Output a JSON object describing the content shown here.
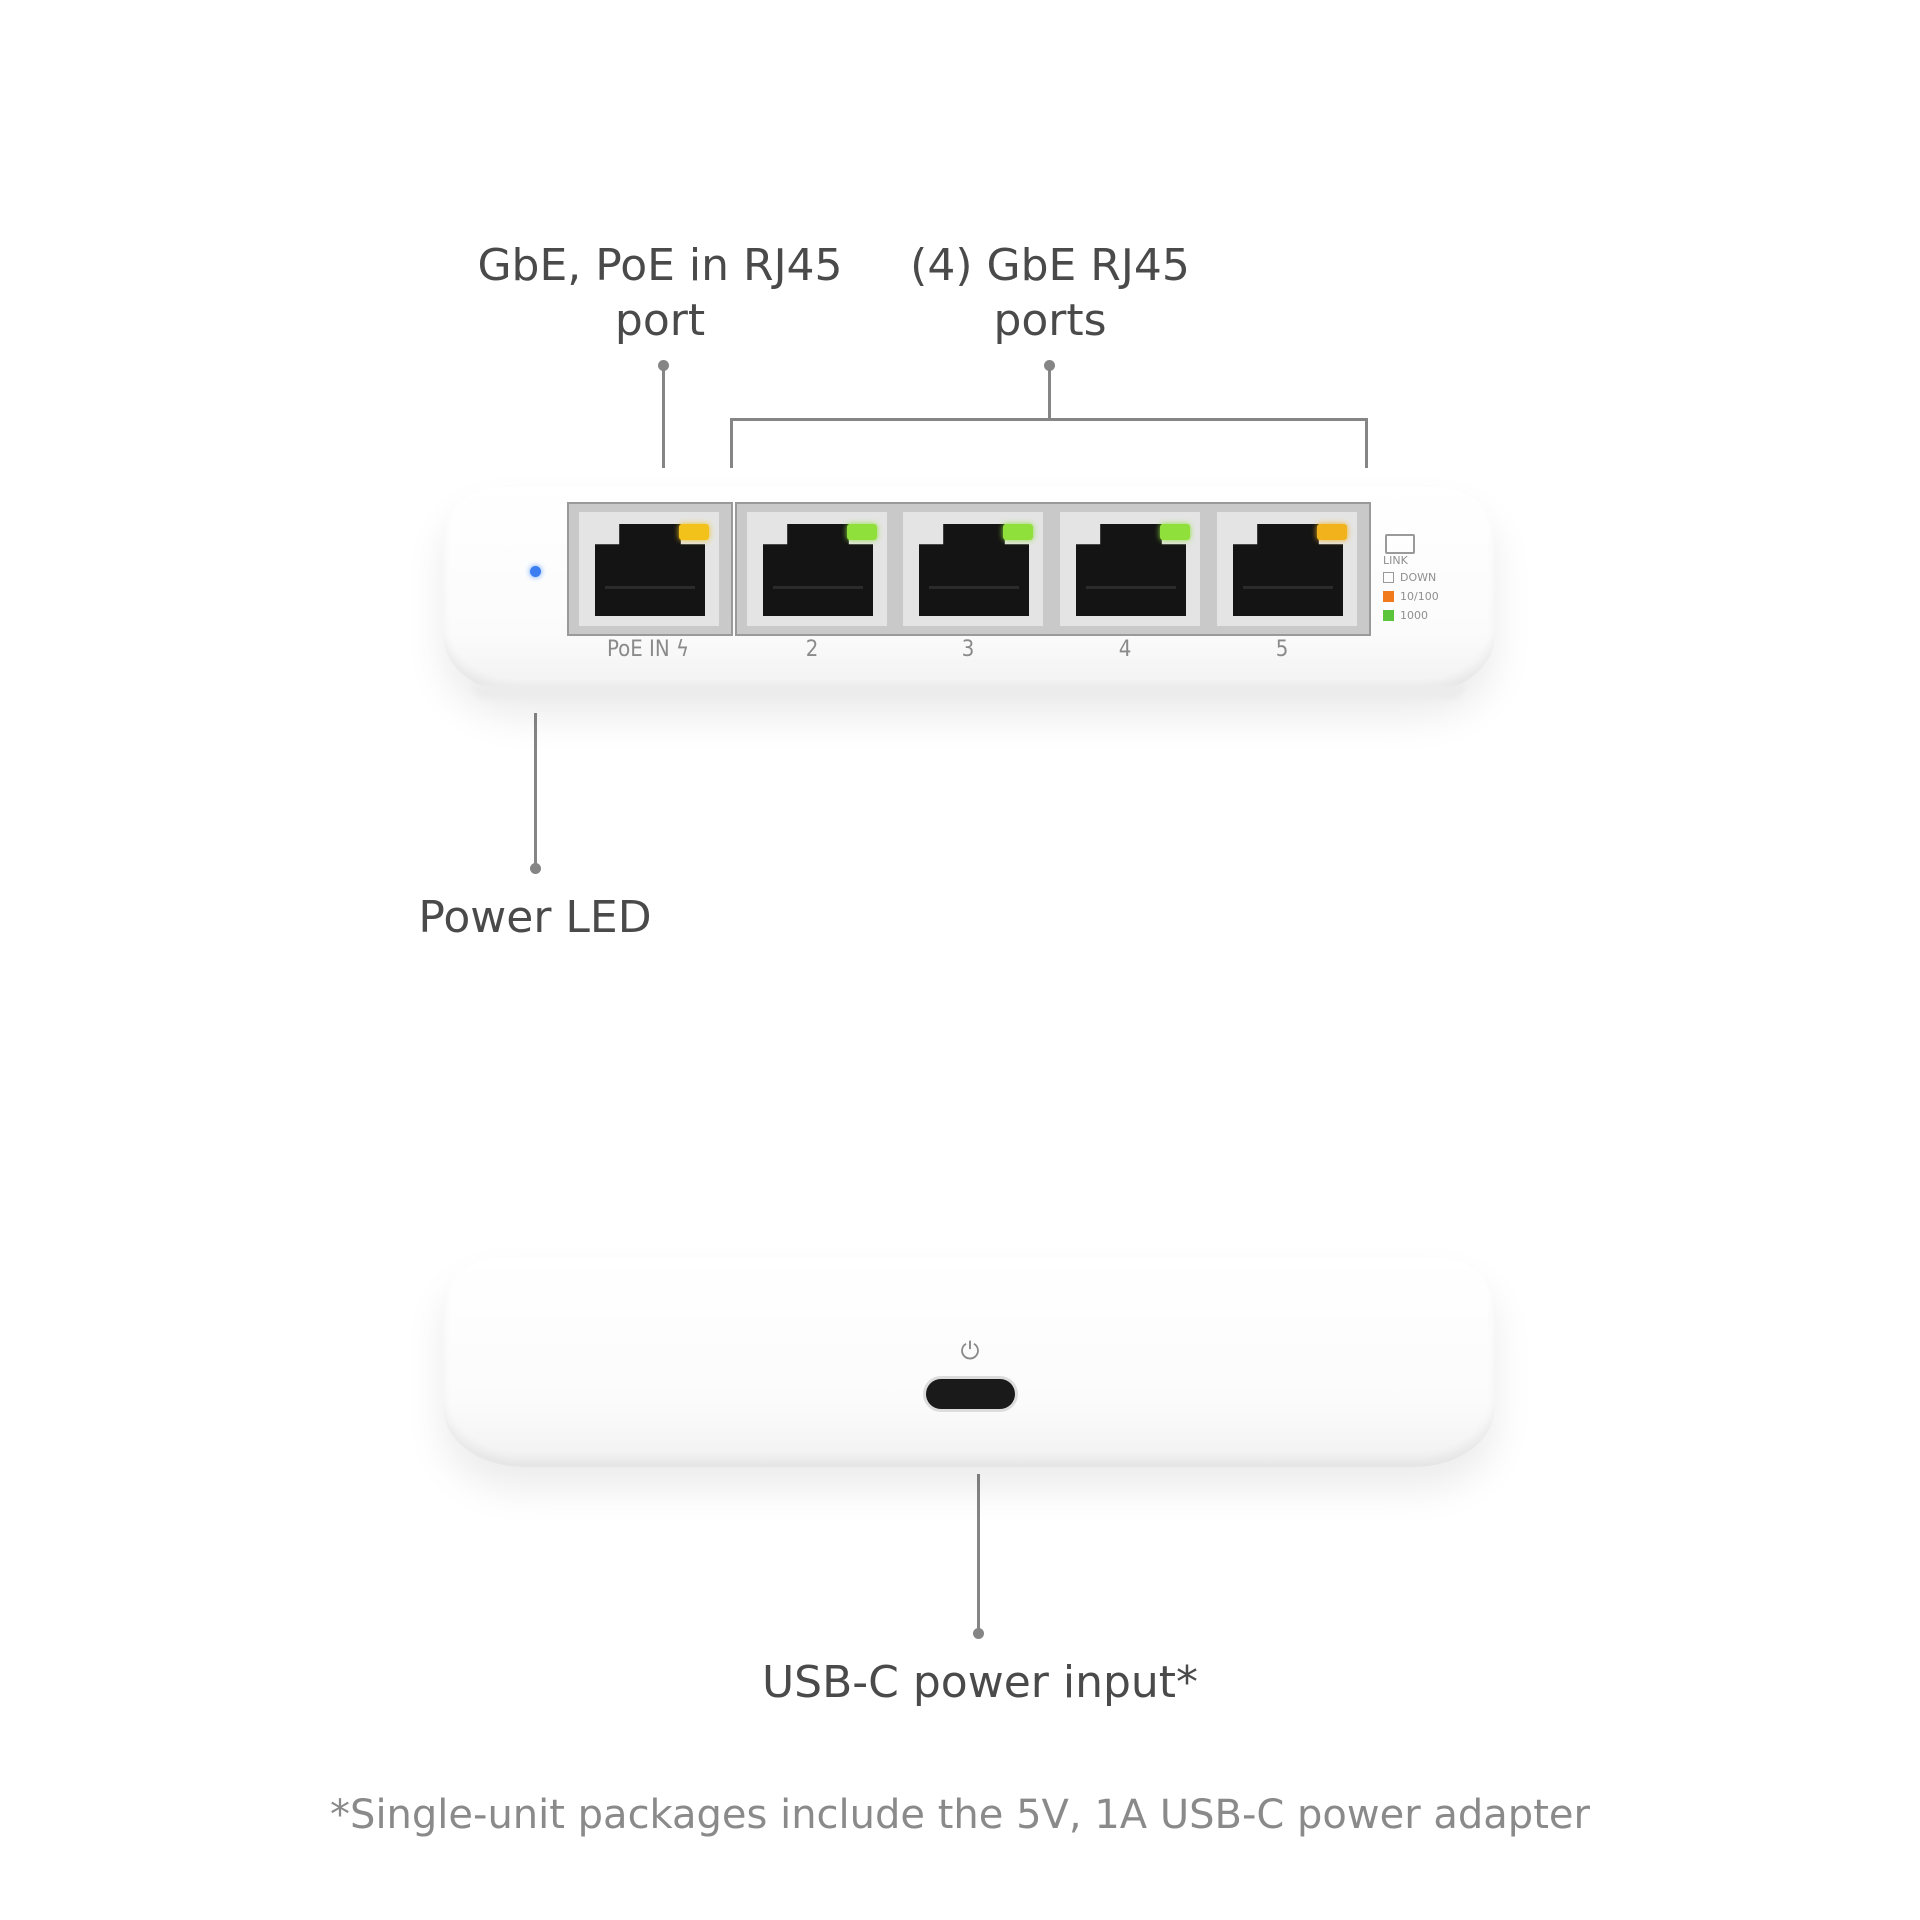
{
  "callouts": {
    "poe_port": "GbE, PoE in RJ45\nport",
    "gbe_ports": "(4) GbE RJ45\nports",
    "power_led": "Power LED",
    "usbc": "USB-C power input*"
  },
  "footnote": "*Single-unit packages include the 5V, 1A USB-C power adapter",
  "device_front": {
    "ports": [
      {
        "label": "PoE IN ϟ",
        "led_color": "#f2c21b"
      },
      {
        "label": "2",
        "led_color": "#8fe03a"
      },
      {
        "label": "3",
        "led_color": "#8fe03a"
      },
      {
        "label": "4",
        "led_color": "#8fe03a"
      },
      {
        "label": "5",
        "led_color": "#f2b21b"
      }
    ],
    "power_led_color": "#3b7ef2",
    "legend": {
      "link": "LINK",
      "down": "DOWN",
      "down_color": "#ffffff",
      "speed_100": "10/100",
      "speed_100_color": "#f07a1c",
      "speed_1000": "1000",
      "speed_1000_color": "#5ac43b"
    }
  },
  "device_back": {
    "power_symbol": "⏻"
  }
}
